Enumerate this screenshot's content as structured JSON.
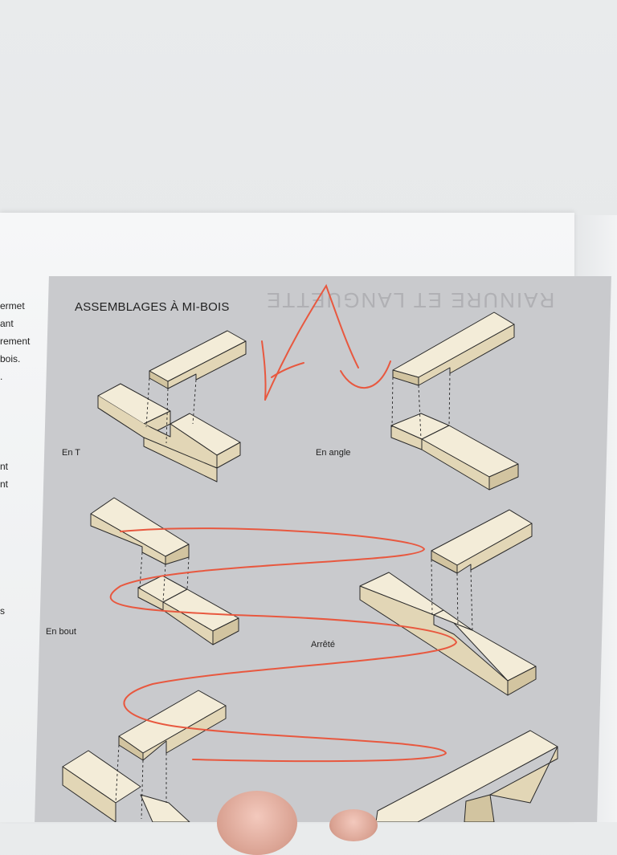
{
  "document": {
    "heading": "ASSEMBLAGES À MI-BOIS",
    "left_column_fragments": [
      "ermet",
      "ant",
      "rement",
      "bois.",
      ".",
      "nt",
      "nt",
      "s"
    ],
    "joint_labels": {
      "en_t": "En T",
      "en_angle": "En angle",
      "en_bout": "En bout",
      "arrete": "Arrêté"
    },
    "show_through_title": "RAINURE ET LANGUETTE"
  },
  "colors": {
    "panel": "#c9cacd",
    "wood_top": "#f3ecd8",
    "wood_side": "#e2d6b6",
    "wood_end": "#d2c4a0",
    "ink": "#222222",
    "annotation": "#e8583f"
  }
}
